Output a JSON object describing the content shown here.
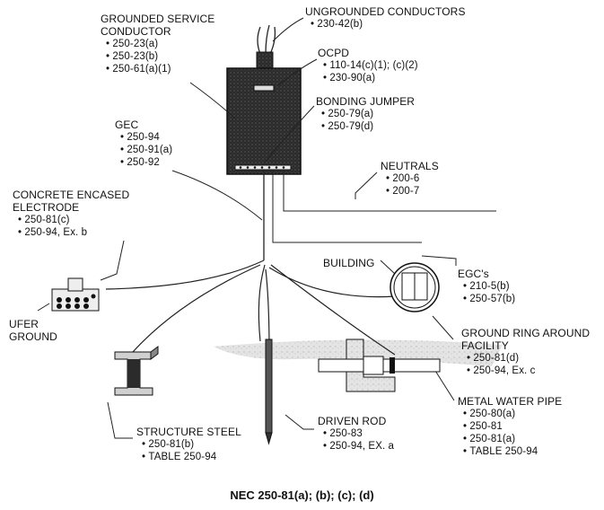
{
  "labels": {
    "ungrounded_conductors": {
      "title": "UNGROUNDED CONDUCTORS",
      "items": [
        "230-42(b)"
      ]
    },
    "grounded_service_conductor": {
      "title_line1": "GROUNDED SERVICE",
      "title_line2": "CONDUCTOR",
      "items": [
        "250-23(a)",
        "250-23(b)",
        "250-61(a)(1)"
      ]
    },
    "ocpd": {
      "title": "OCPD",
      "items": [
        "110-14(c)(1); (c)(2)",
        "230-90(a)"
      ]
    },
    "bonding_jumper": {
      "title": "BONDING JUMPER",
      "items": [
        "250-79(a)",
        "250-79(d)"
      ]
    },
    "gec": {
      "title": "GEC",
      "items": [
        "250-94",
        "250-91(a)",
        "250-92"
      ]
    },
    "neutrals": {
      "title": "NEUTRALS",
      "items": [
        "200-6",
        "200-7"
      ]
    },
    "concrete_encased_electrode": {
      "title_line1": "CONCRETE ENCASED",
      "title_line2": "ELECTRODE",
      "items": [
        "250-81(c)",
        "250-94, Ex. b"
      ]
    },
    "building": {
      "title": "BUILDING"
    },
    "egcs": {
      "title": "EGC's",
      "items": [
        "210-5(b)",
        "250-57(b)"
      ]
    },
    "ufer_ground": {
      "title_line1": "UFER",
      "title_line2": "GROUND"
    },
    "ground_ring": {
      "title_line1": "GROUND RING AROUND",
      "title_line2": "FACILITY",
      "items": [
        "250-81(d)",
        "250-94, Ex. c"
      ]
    },
    "metal_water_pipe": {
      "title": "METAL WATER PIPE",
      "items": [
        "250-80(a)",
        "250-81",
        "250-81(a)",
        "TABLE 250-94"
      ]
    },
    "structure_steel": {
      "title": "STRUCTURE STEEL",
      "items": [
        "250-81(b)",
        "TABLE 250-94"
      ]
    },
    "driven_rod": {
      "title": "DRIVEN ROD",
      "items": [
        "250-83",
        "250-94, EX. a"
      ]
    }
  },
  "caption": "NEC 250-81(a); (b); (c); (d)"
}
